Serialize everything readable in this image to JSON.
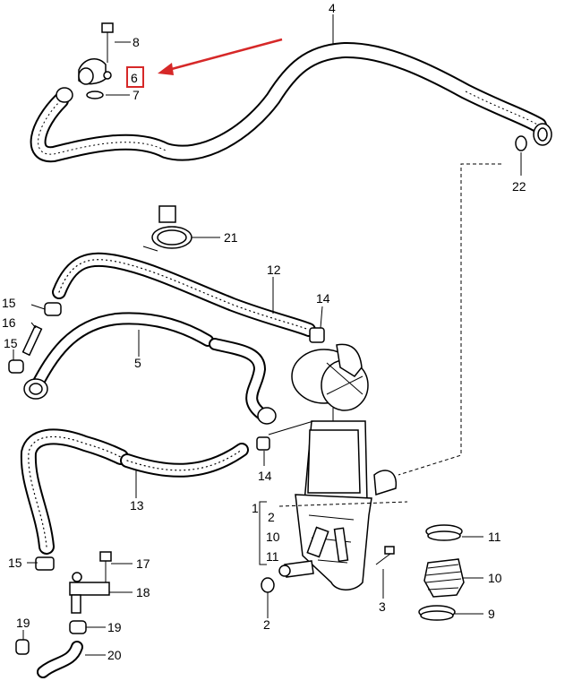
{
  "highlight_color": "#d62828",
  "labels": {
    "p1": "1",
    "p2": "2",
    "p2b": "2",
    "p3": "3",
    "p4": "4",
    "p5": "5",
    "p6": "6",
    "p7": "7",
    "p8": "8",
    "p9": "9",
    "p10": "10",
    "p10b": "10",
    "p11": "11",
    "p11b": "11",
    "p12": "12",
    "p13": "13",
    "p14a": "14",
    "p14b": "14",
    "p15a": "15",
    "p15b": "15",
    "p15c": "15",
    "p16": "16",
    "p17": "17",
    "p18": "18",
    "p19a": "19",
    "p19b": "19",
    "p20": "20",
    "p21": "21",
    "p22": "22"
  }
}
